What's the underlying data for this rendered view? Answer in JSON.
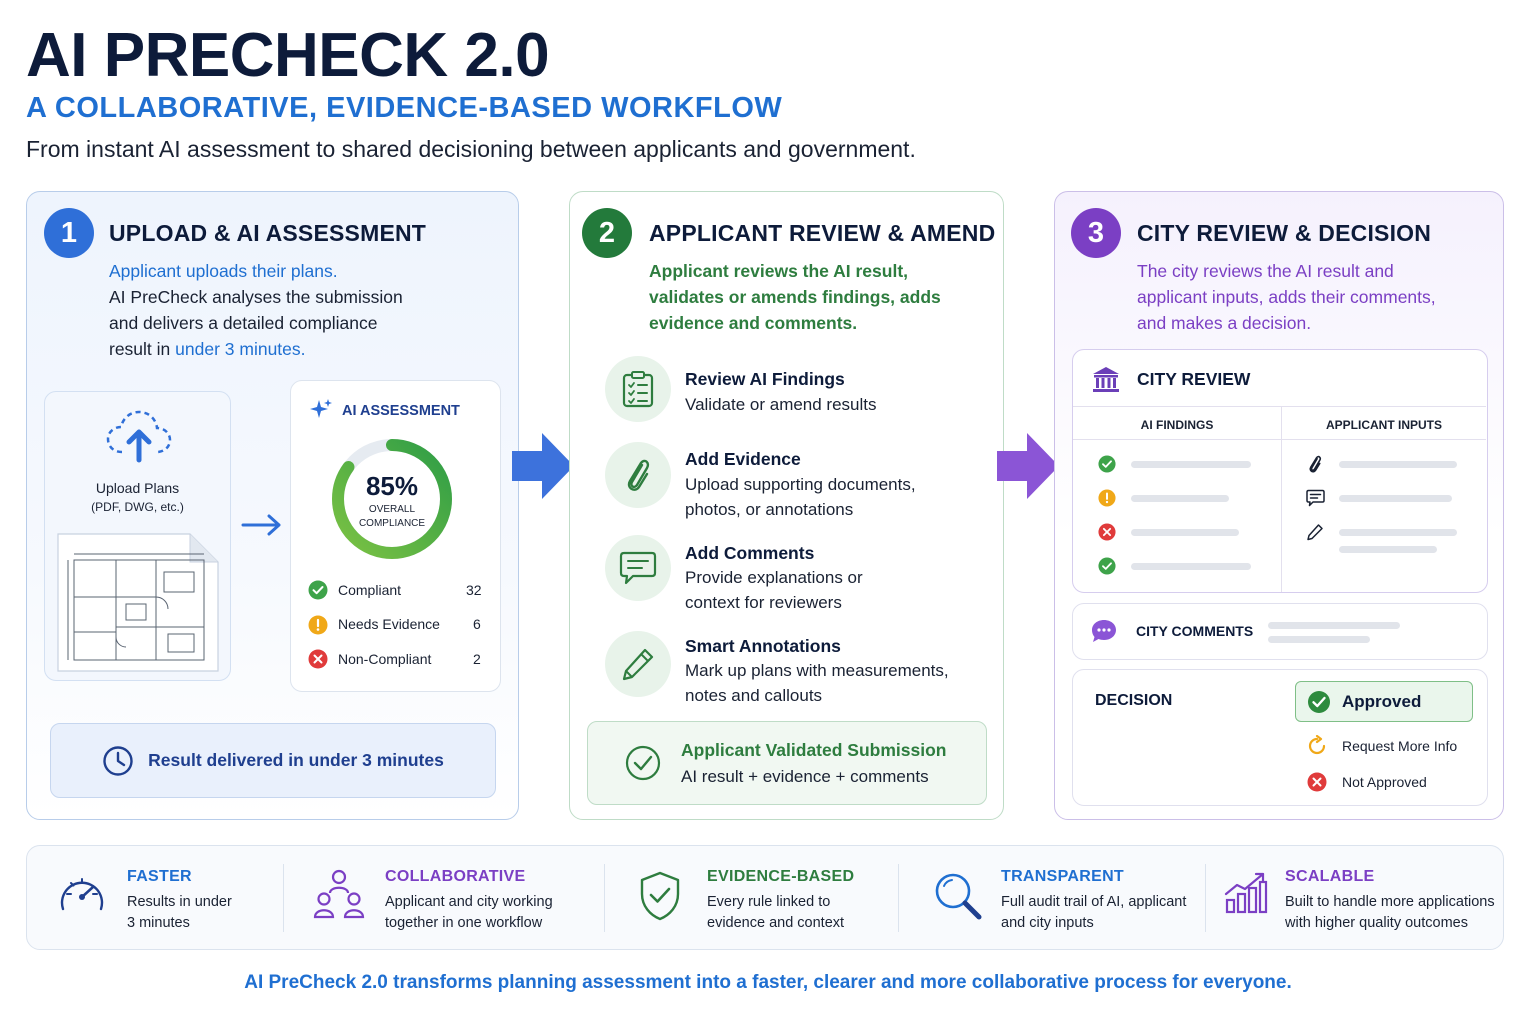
{
  "header": {
    "title": "AI PRECHECK 2.0",
    "subtitle": "A COLLABORATIVE, EVIDENCE-BASED WORKFLOW",
    "tagline": "From instant AI assessment to shared decisioning between applicants and government."
  },
  "steps": [
    {
      "number": "1",
      "title": "UPLOAD & AI ASSESSMENT",
      "lead": "Applicant uploads their plans.",
      "desc_a": "AI PreCheck analyses the submission",
      "desc_b": "and delivers a detailed compliance",
      "desc_c": "result in",
      "desc_highlight": "under 3 minutes.",
      "upload_label": "Upload Plans",
      "upload_formats": "(PDF, DWG, etc.)",
      "assessment_title": "AI ASSESSMENT",
      "gauge_value": "85%",
      "gauge_fraction": 0.85,
      "gauge_label_a": "OVERALL",
      "gauge_label_b": "COMPLIANCE",
      "rows": [
        {
          "label": "Compliant",
          "count": "32"
        },
        {
          "label": "Needs Evidence",
          "count": "6"
        },
        {
          "label": "Non-Compliant",
          "count": "2"
        }
      ],
      "result": "Result delivered in under 3 minutes"
    },
    {
      "number": "2",
      "title": "APPLICANT REVIEW & AMEND",
      "desc_a": "Applicant reviews the AI result,",
      "desc_b": "validates or amends findings, adds",
      "desc_c": "evidence and comments.",
      "features": [
        {
          "title": "Review AI Findings",
          "line1": "Validate or amend results",
          "line2": ""
        },
        {
          "title": "Add Evidence",
          "line1": "Upload supporting documents,",
          "line2": "photos, or annotations"
        },
        {
          "title": "Add Comments",
          "line1": "Provide explanations or",
          "line2": "context for reviewers"
        },
        {
          "title": "Smart Annotations",
          "line1": "Mark up plans with measurements,",
          "line2": "notes and callouts"
        }
      ],
      "validated_title": "Applicant Validated Submission",
      "validated_desc": "AI result + evidence + comments"
    },
    {
      "number": "3",
      "title": "CITY REVIEW & DECISION",
      "desc_a": "The city reviews the AI result and",
      "desc_b": "applicant inputs, adds their comments,",
      "desc_c": "and makes a decision.",
      "city_review_title": "CITY REVIEW",
      "col_ai": "AI FINDINGS",
      "col_applicant": "APPLICANT INPUTS",
      "city_comments": "CITY COMMENTS",
      "decision_label": "DECISION",
      "decision_options": [
        "Approved",
        "Request More Info",
        "Not Approved"
      ]
    }
  ],
  "benefits": [
    {
      "title": "FASTER",
      "line1": "Results in under",
      "line2": "3 minutes"
    },
    {
      "title": "COLLABORATIVE",
      "line1": "Applicant and city working",
      "line2": "together in one workflow"
    },
    {
      "title": "EVIDENCE-BASED",
      "line1": "Every rule linked to",
      "line2": "evidence and context"
    },
    {
      "title": "TRANSPARENT",
      "line1": "Full audit trail of AI, applicant",
      "line2": "and city inputs"
    },
    {
      "title": "SCALABLE",
      "line1": "Built to handle more applications",
      "line2": "with higher quality outcomes"
    }
  ],
  "footer": "AI PreCheck 2.0 transforms planning assessment into a faster, clearer and more collaborative process for everyone.",
  "colors": {
    "navy": "#0d1b3a",
    "blue": "#1f6fd1",
    "green": "#2e7d3f",
    "purple": "#7b3fc4",
    "compliant": "#3ea34a",
    "warning": "#f0a818",
    "error": "#e03b3b"
  }
}
